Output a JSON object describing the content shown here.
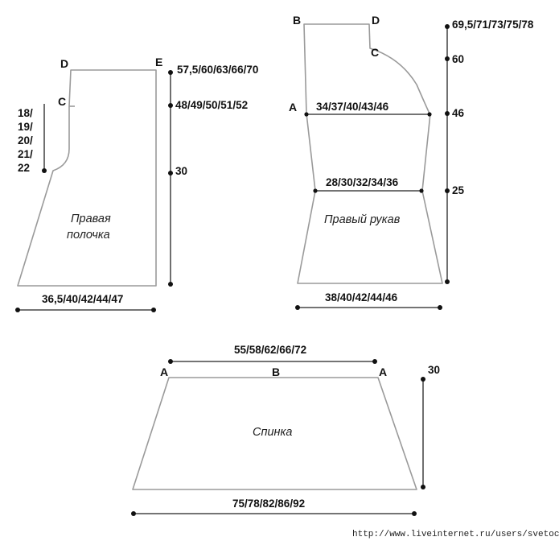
{
  "front": {
    "name_line1": "Правая",
    "name_line2": "полочка",
    "point_d": "D",
    "point_e": "E",
    "point_c": "C",
    "height_total": "57,5/60/63/66/70",
    "height_mid": "48/49/50/51/52",
    "height_low": "30",
    "neck_depth": [
      "18/",
      "19/",
      "20/",
      "21/",
      "22"
    ],
    "width_bottom": "36,5/40/42/44/47"
  },
  "sleeve": {
    "name": "Правый рукав",
    "point_b": "B",
    "point_d": "D",
    "point_c": "C",
    "point_a": "A",
    "height_total": "69,5/71/73/75/78",
    "height_60": "60",
    "height_46": "46",
    "height_25": "25",
    "width_upper": "34/37/40/43/46",
    "width_mid": "28/30/32/34/36",
    "width_bottom": "38/40/42/44/46"
  },
  "back": {
    "name": "Спинка",
    "point_a_left": "A",
    "point_b": "B",
    "point_a_right": "A",
    "width_top": "55/58/62/66/72",
    "width_bottom": "75/78/82/86/92",
    "height": "30"
  },
  "watermark": "http://www.liveinternet.ru/users/svetocha/"
}
